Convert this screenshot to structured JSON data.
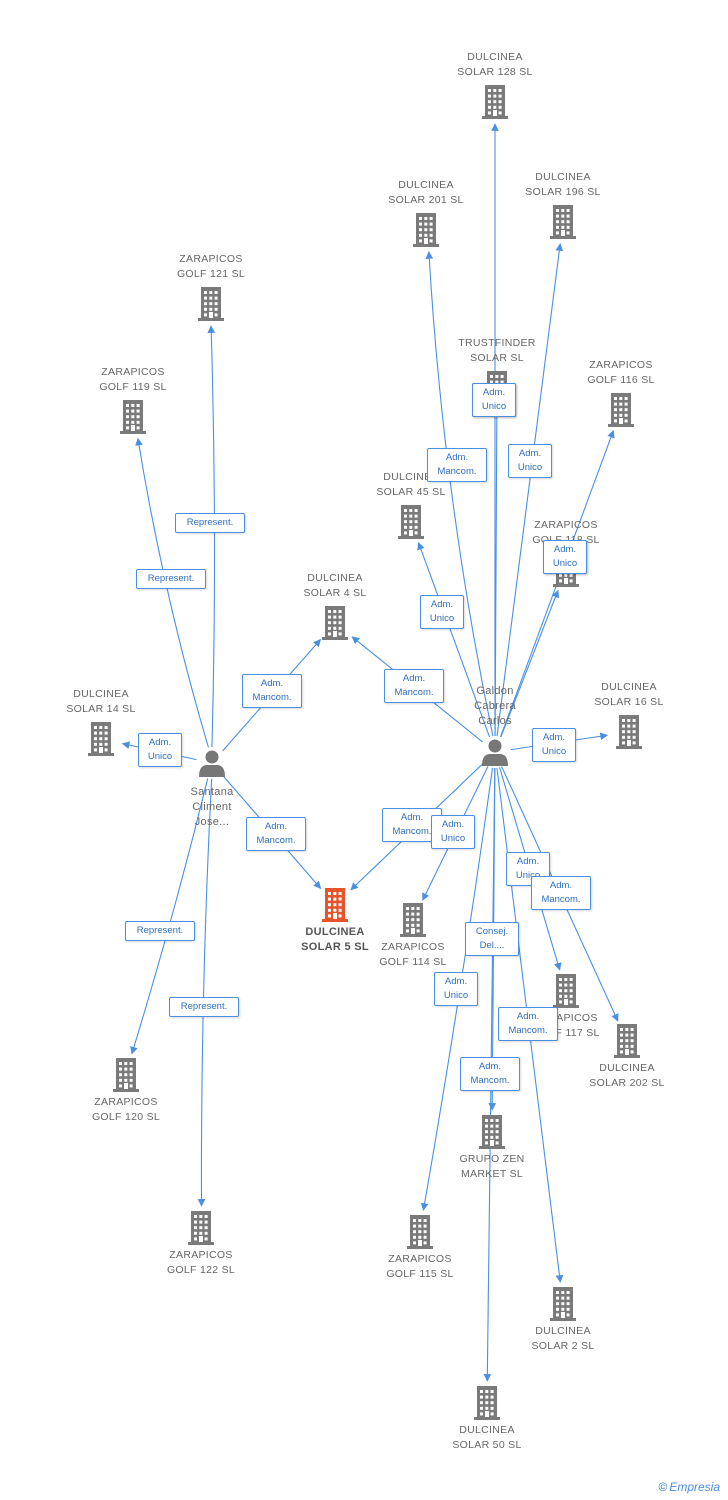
{
  "colors": {
    "edge": "#4a90e2",
    "company": "#7a7a7a",
    "focus_company": "#e8542a",
    "person": "#777777",
    "rel_text": "#2f6fbf"
  },
  "persons": [
    {
      "id": "santana",
      "lines": [
        "Santana",
        "Climent",
        "Jose..."
      ],
      "icon": "person-icon"
    },
    {
      "id": "galdon",
      "lines": [
        "Galdon",
        "Cabrera",
        "Carlos"
      ],
      "icon": "person-icon"
    }
  ],
  "companies": [
    {
      "id": "ds128",
      "lines": [
        "DULCINEA",
        "SOLAR 128 SL"
      ]
    },
    {
      "id": "ds196",
      "lines": [
        "DULCINEA",
        "SOLAR 196 SL"
      ]
    },
    {
      "id": "ds201",
      "lines": [
        "DULCINEA",
        "SOLAR 201 SL"
      ]
    },
    {
      "id": "zg121",
      "lines": [
        "ZARAPICOS",
        "GOLF 121 SL"
      ]
    },
    {
      "id": "trust",
      "lines": [
        "TRUSTFINDER",
        "SOLAR SL"
      ]
    },
    {
      "id": "zg116",
      "lines": [
        "ZARAPICOS",
        "GOLF 116 SL"
      ]
    },
    {
      "id": "zg119",
      "lines": [
        "ZARAPICOS",
        "GOLF 119 SL"
      ]
    },
    {
      "id": "ds45",
      "lines": [
        "DULCINEA",
        "SOLAR 45 SL"
      ]
    },
    {
      "id": "zg118",
      "lines": [
        "ZARAPICOS",
        "GOLF 118 SL"
      ]
    },
    {
      "id": "ds4",
      "lines": [
        "DULCINEA",
        "SOLAR 4 SL"
      ]
    },
    {
      "id": "ds14",
      "lines": [
        "DULCINEA",
        "SOLAR 14 SL"
      ]
    },
    {
      "id": "ds16",
      "lines": [
        "DULCINEA",
        "SOLAR 16 SL"
      ]
    },
    {
      "id": "ds5",
      "lines": [
        "DULCINEA",
        "SOLAR 5 SL"
      ],
      "focus": true
    },
    {
      "id": "zg114",
      "lines": [
        "ZARAPICOS",
        "GOLF 114 SL"
      ]
    },
    {
      "id": "zg117",
      "lines": [
        "ZARAPICOS",
        "GOLF 117 SL"
      ]
    },
    {
      "id": "ds202",
      "lines": [
        "DULCINEA",
        "SOLAR 202 SL"
      ]
    },
    {
      "id": "zg120",
      "lines": [
        "ZARAPICOS",
        "GOLF 120 SL"
      ]
    },
    {
      "id": "zen",
      "lines": [
        "GRUPO ZEN",
        "MARKET SL"
      ]
    },
    {
      "id": "zg122",
      "lines": [
        "ZARAPICOS",
        "GOLF 122 SL"
      ]
    },
    {
      "id": "zg115",
      "lines": [
        "ZARAPICOS",
        "GOLF 115 SL"
      ]
    },
    {
      "id": "ds2",
      "lines": [
        "DULCINEA",
        "SOLAR 2 SL"
      ]
    },
    {
      "id": "ds50",
      "lines": [
        "DULCINEA",
        "SOLAR 50 SL"
      ]
    }
  ],
  "relations": [
    {
      "from": "galdon",
      "to": "ds128",
      "label": [
        "Adm.",
        "Unico"
      ]
    },
    {
      "from": "galdon",
      "to": "ds196",
      "label": [
        "Adm.",
        "Unico"
      ]
    },
    {
      "from": "galdon",
      "to": "ds201",
      "label": [
        "Adm.",
        "Mancom."
      ]
    },
    {
      "from": "galdon",
      "to": "trust",
      "label": [
        "Adm.",
        "Unico"
      ]
    },
    {
      "from": "galdon",
      "to": "zg116",
      "label": [
        "Adm.",
        "Unico"
      ]
    },
    {
      "from": "galdon",
      "to": "ds45",
      "label": [
        "Adm.",
        "Unico"
      ]
    },
    {
      "from": "galdon",
      "to": "zg118",
      "label": [
        "Adm.",
        "Unico"
      ]
    },
    {
      "from": "galdon",
      "to": "ds4",
      "label": [
        "Adm.",
        "Mancom."
      ]
    },
    {
      "from": "galdon",
      "to": "ds16",
      "label": [
        "Adm.",
        "Unico"
      ]
    },
    {
      "from": "galdon",
      "to": "ds5",
      "label": [
        "Adm.",
        "Mancom."
      ]
    },
    {
      "from": "galdon",
      "to": "zg114",
      "label": [
        "Adm.",
        "Unico"
      ]
    },
    {
      "from": "galdon",
      "to": "zg117",
      "label": [
        "Adm.",
        "Unico"
      ]
    },
    {
      "from": "galdon",
      "to": "ds202",
      "label": [
        "Adm.",
        "Mancom."
      ]
    },
    {
      "from": "galdon",
      "to": "zen",
      "label": [
        "Consej.",
        "Del...."
      ]
    },
    {
      "from": "galdon",
      "to": "zg115",
      "label": [
        "Adm.",
        "Unico"
      ]
    },
    {
      "from": "galdon",
      "to": "ds2",
      "label": [
        "Adm.",
        "Mancom."
      ]
    },
    {
      "from": "galdon",
      "to": "ds50",
      "label": [
        "Adm.",
        "Mancom."
      ]
    },
    {
      "from": "santana",
      "to": "zg121",
      "label": [
        "Represent."
      ]
    },
    {
      "from": "santana",
      "to": "zg119",
      "label": [
        "Represent."
      ]
    },
    {
      "from": "santana",
      "to": "ds4",
      "label": [
        "Adm.",
        "Mancom."
      ]
    },
    {
      "from": "santana",
      "to": "ds14",
      "label": [
        "Adm.",
        "Unico"
      ]
    },
    {
      "from": "santana",
      "to": "ds5",
      "label": [
        "Adm.",
        "Mancom."
      ]
    },
    {
      "from": "santana",
      "to": "zg120",
      "label": [
        "Represent."
      ]
    },
    {
      "from": "santana",
      "to": "zg122",
      "label": [
        "Represent."
      ]
    }
  ],
  "footer": {
    "copyright": "©",
    "brand": "Empresia"
  }
}
